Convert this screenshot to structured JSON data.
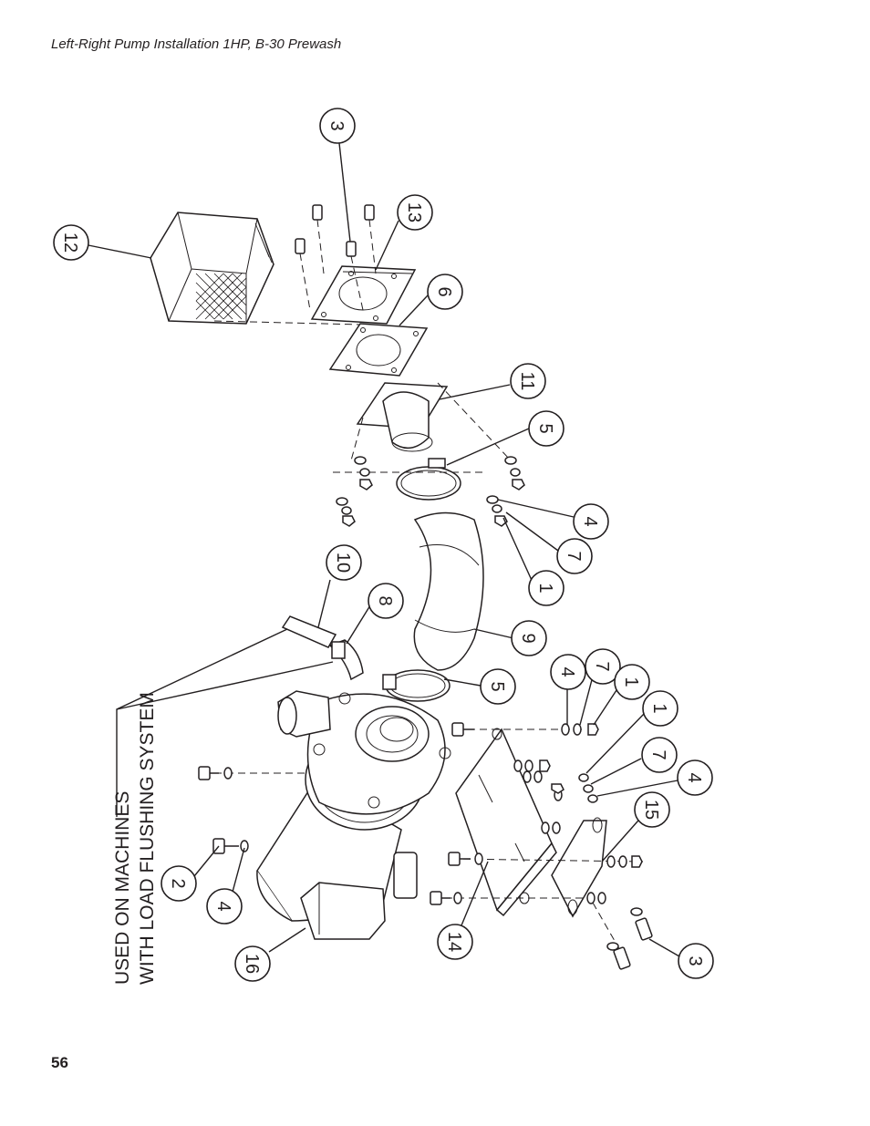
{
  "header": {
    "title": "Left-Right Pump Installation 1HP, B-30 Prewash"
  },
  "footer": {
    "page_number": "56"
  },
  "diagram": {
    "note_line1": "USED ON MACHINES",
    "note_line2": "WITH LOAD FLUSHING SYSTEM",
    "callouts": [
      {
        "id": "c3a",
        "label": "3"
      },
      {
        "id": "c12",
        "label": "12"
      },
      {
        "id": "c13",
        "label": "13"
      },
      {
        "id": "c6",
        "label": "6"
      },
      {
        "id": "c11",
        "label": "11"
      },
      {
        "id": "c5a",
        "label": "5"
      },
      {
        "id": "c4a",
        "label": "4"
      },
      {
        "id": "c7a",
        "label": "7"
      },
      {
        "id": "c1a",
        "label": "1"
      },
      {
        "id": "c10",
        "label": "10"
      },
      {
        "id": "c8",
        "label": "8"
      },
      {
        "id": "c9",
        "label": "9"
      },
      {
        "id": "c5b",
        "label": "5"
      },
      {
        "id": "c4b",
        "label": "4"
      },
      {
        "id": "c7b",
        "label": "7"
      },
      {
        "id": "c1b",
        "label": "1"
      },
      {
        "id": "c1c",
        "label": "1"
      },
      {
        "id": "c7c",
        "label": "7"
      },
      {
        "id": "c4c",
        "label": "4"
      },
      {
        "id": "c15",
        "label": "15"
      },
      {
        "id": "c2",
        "label": "2"
      },
      {
        "id": "c4d",
        "label": "4"
      },
      {
        "id": "c14",
        "label": "14"
      },
      {
        "id": "c16",
        "label": "16"
      },
      {
        "id": "c3b",
        "label": "3"
      }
    ]
  }
}
